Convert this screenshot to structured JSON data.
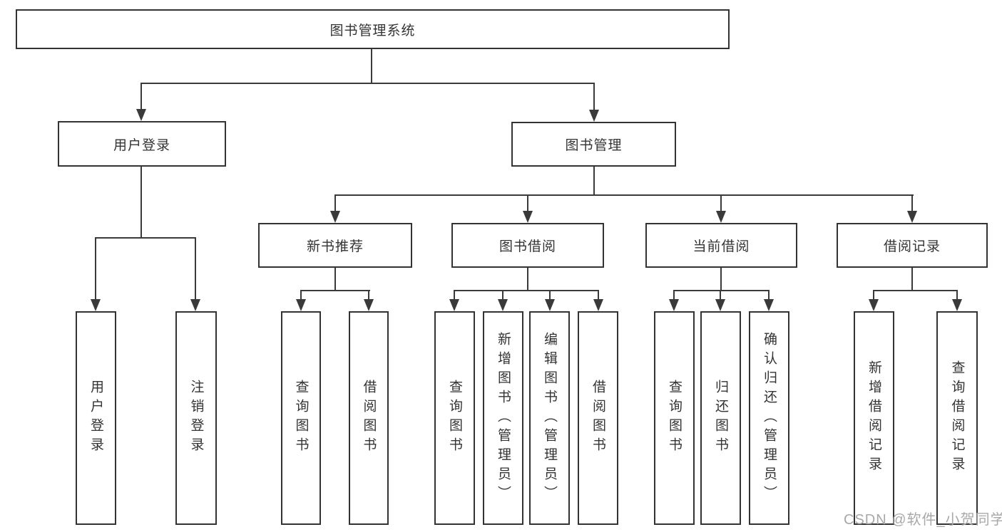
{
  "colors": {
    "line": "#3a3a3a",
    "box_border": "#333333",
    "text": "#333333",
    "watermark": "#a8a8a8",
    "background": "#ffffff"
  },
  "tree": {
    "label": "图书管理系统",
    "children": [
      {
        "label": "用户登录",
        "children": [
          {
            "label": "用户登录"
          },
          {
            "label": "注销登录"
          }
        ]
      },
      {
        "label": "图书管理",
        "children": [
          {
            "label": "新书推荐",
            "children": [
              {
                "label": "查询图书"
              },
              {
                "label": "借阅图书"
              }
            ]
          },
          {
            "label": "图书借阅",
            "children": [
              {
                "label": "查询图书"
              },
              {
                "label": "新增图书（管理员）"
              },
              {
                "label": "编辑图书（管理员）"
              },
              {
                "label": "借阅图书"
              }
            ]
          },
          {
            "label": "当前借阅",
            "children": [
              {
                "label": "查询图书"
              },
              {
                "label": "归还图书"
              },
              {
                "label": "确认归还（管理员）"
              }
            ]
          },
          {
            "label": "借阅记录",
            "children": [
              {
                "label": "新增借阅记录"
              },
              {
                "label": "查询借阅记录"
              }
            ]
          }
        ]
      }
    ]
  },
  "watermark": {
    "text": "CSDN @软件_小贺同学"
  }
}
